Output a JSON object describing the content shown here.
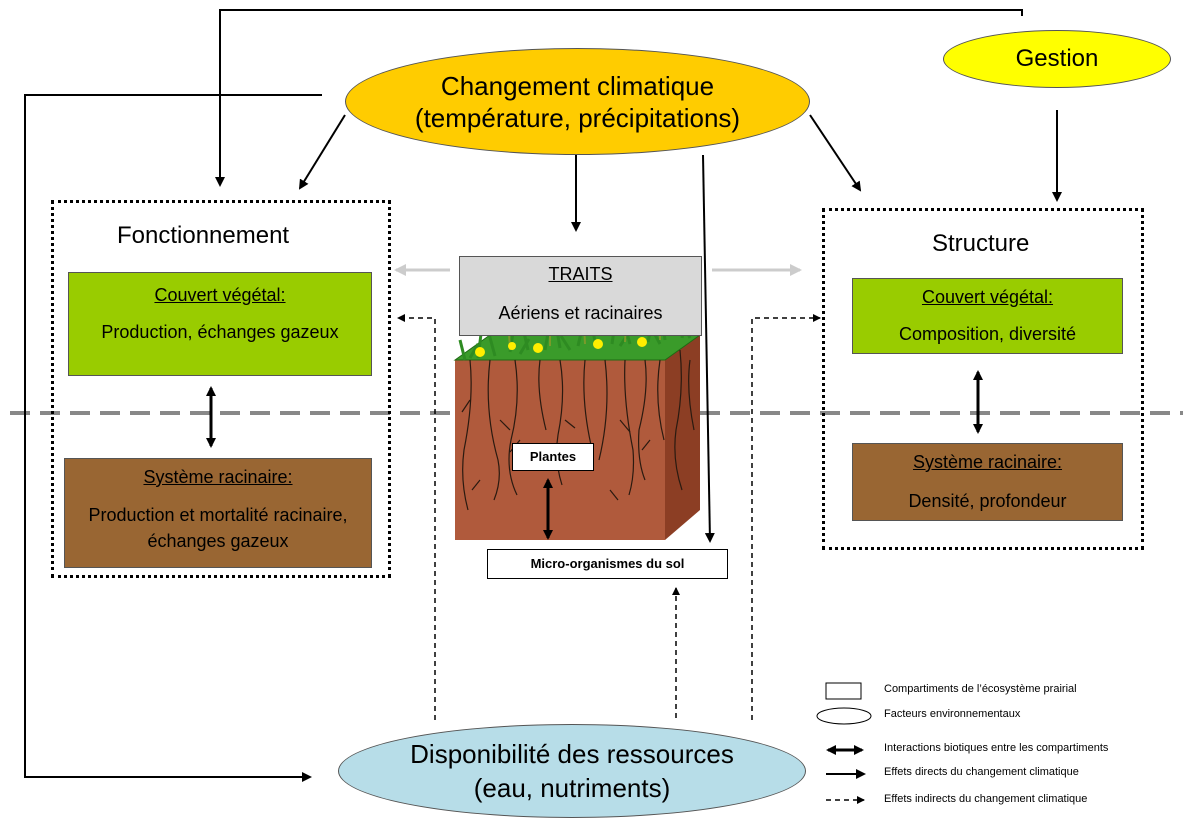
{
  "colors": {
    "climate_fill": "#ffcc00",
    "gestion_fill": "#ffff00",
    "resources_fill": "#b7dde8",
    "green_box": "#99cc00",
    "brown_box": "#996633",
    "grey_box": "#d9d9d9",
    "soil": "#b05a3c",
    "grass": "#2e8b22"
  },
  "climate": {
    "line1": "Changement climatique",
    "line2": "(température, précipitations)"
  },
  "gestion": {
    "label": "Gestion"
  },
  "resources": {
    "line1": "Disponibilité des ressources",
    "line2": "(eau, nutriments)"
  },
  "fonctionnement": {
    "title": "Fonctionnement",
    "couvert": {
      "heading": "Couvert végétal:",
      "text": "Production, échanges gazeux"
    },
    "racinaire": {
      "heading": "Système racinaire:",
      "text": "Production et mortalité racinaire, échanges gazeux"
    }
  },
  "structure": {
    "title": "Structure",
    "couvert": {
      "heading": "Couvert végétal:",
      "text": "Composition, diversité"
    },
    "racinaire": {
      "heading": "Système racinaire:",
      "text": "Densité, profondeur"
    }
  },
  "traits": {
    "heading": "TRAITS",
    "text": "Aériens et racinaires"
  },
  "plantes": {
    "label": "Plantes"
  },
  "micro": {
    "label": "Micro-organismes du sol"
  },
  "legend": {
    "compartments": "Compartiments de l’écosystème prairial",
    "factors": "Facteurs environnementaux",
    "interactions": "Interactions biotiques entre les compartiments",
    "direct": "Effets directs du changement climatique",
    "indirect": "Effets indirects du changement climatique"
  }
}
